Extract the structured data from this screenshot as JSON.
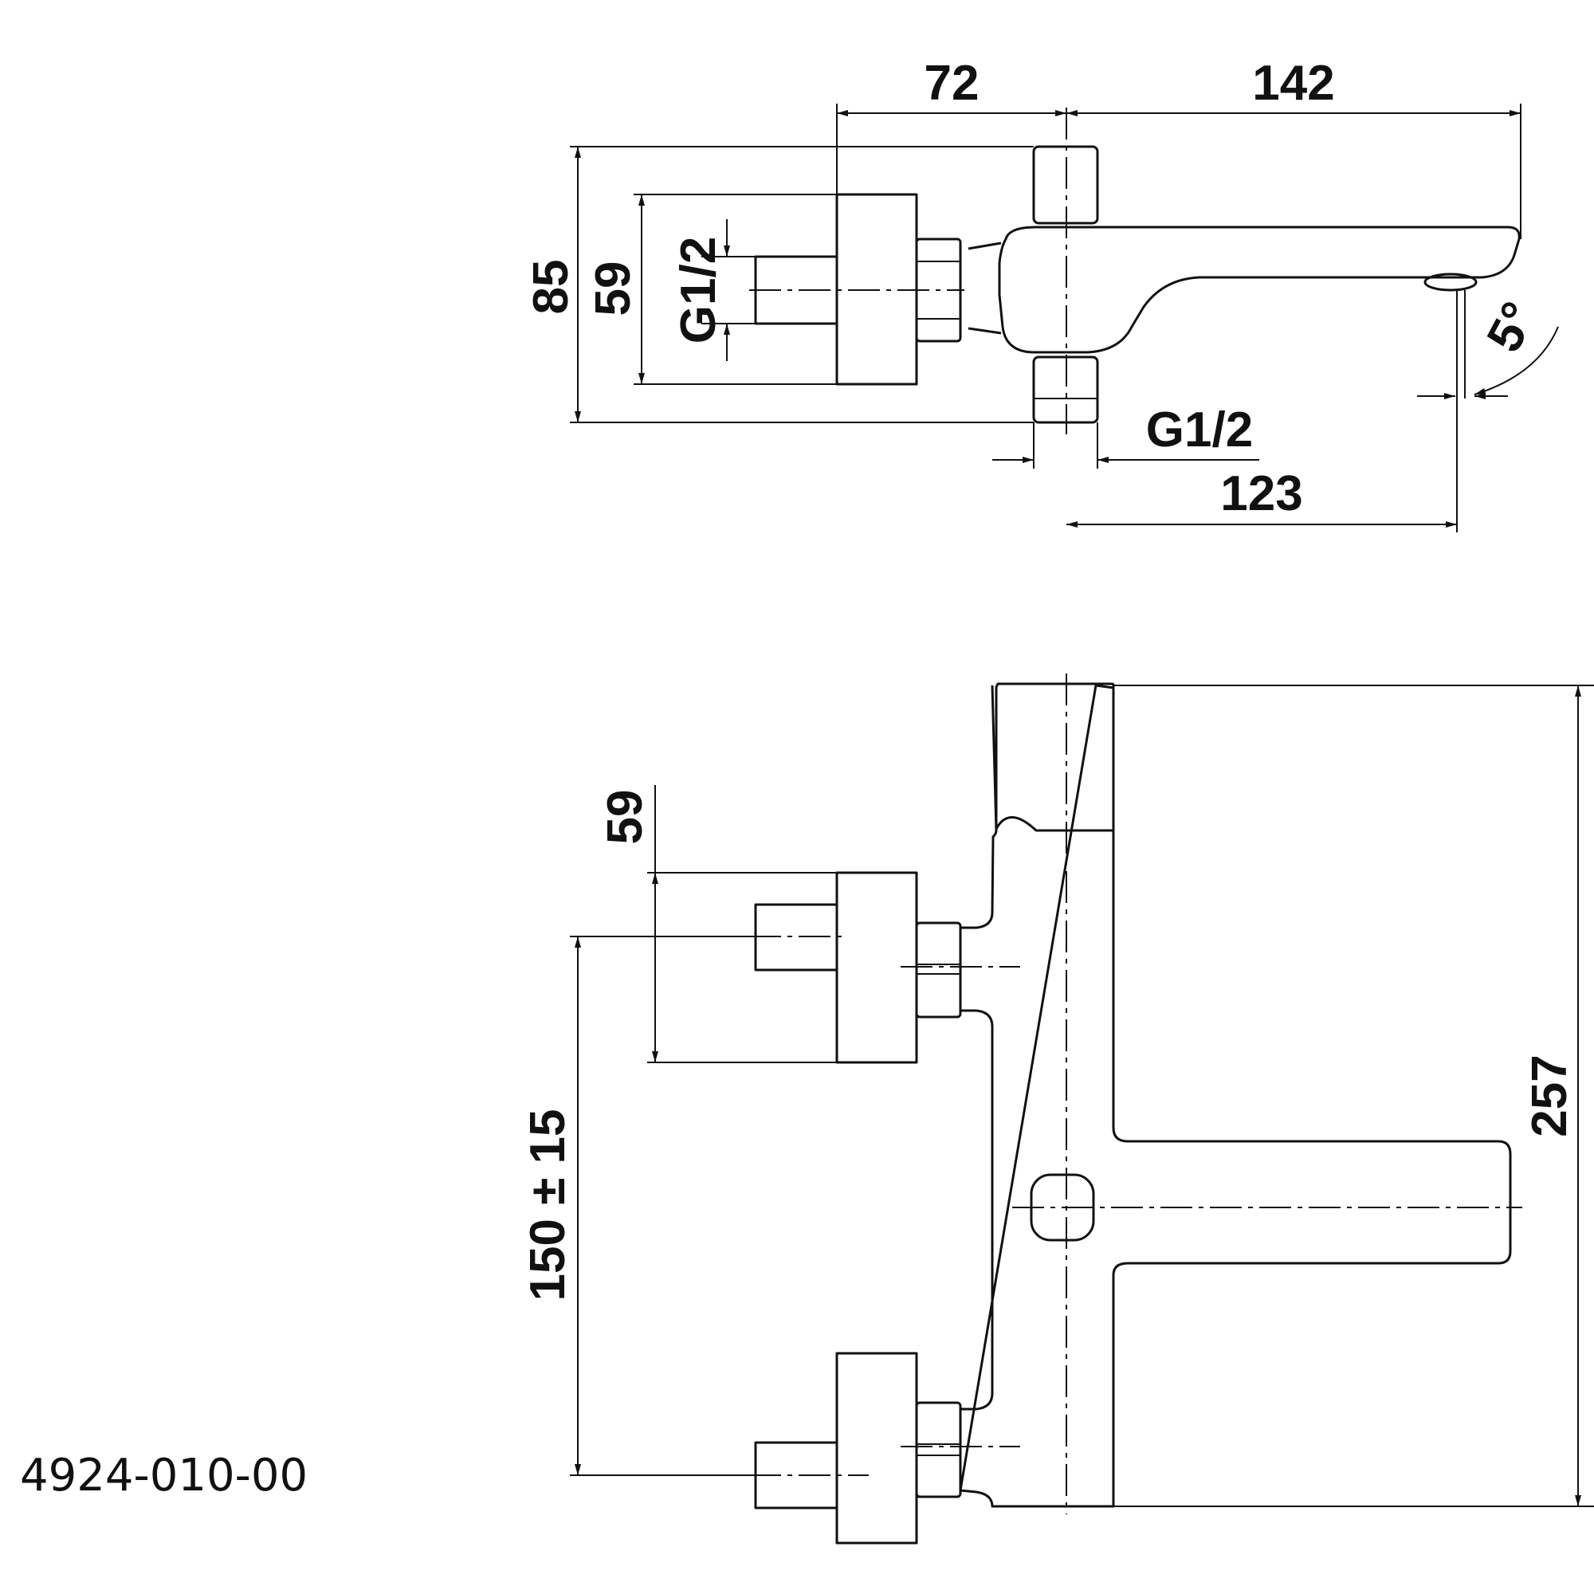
{
  "drawing": {
    "part_number": "4924-010-00",
    "top_view": {
      "dim_72": "72",
      "dim_142": "142",
      "dim_85": "85",
      "dim_59": "59",
      "dim_g12_left": "G1/2",
      "dim_g12_bottom": "G1/2",
      "dim_123": "123",
      "dim_angle": "5°"
    },
    "front_view": {
      "dim_59": "59",
      "dim_150": "150 ± 15",
      "dim_257": "257"
    }
  }
}
